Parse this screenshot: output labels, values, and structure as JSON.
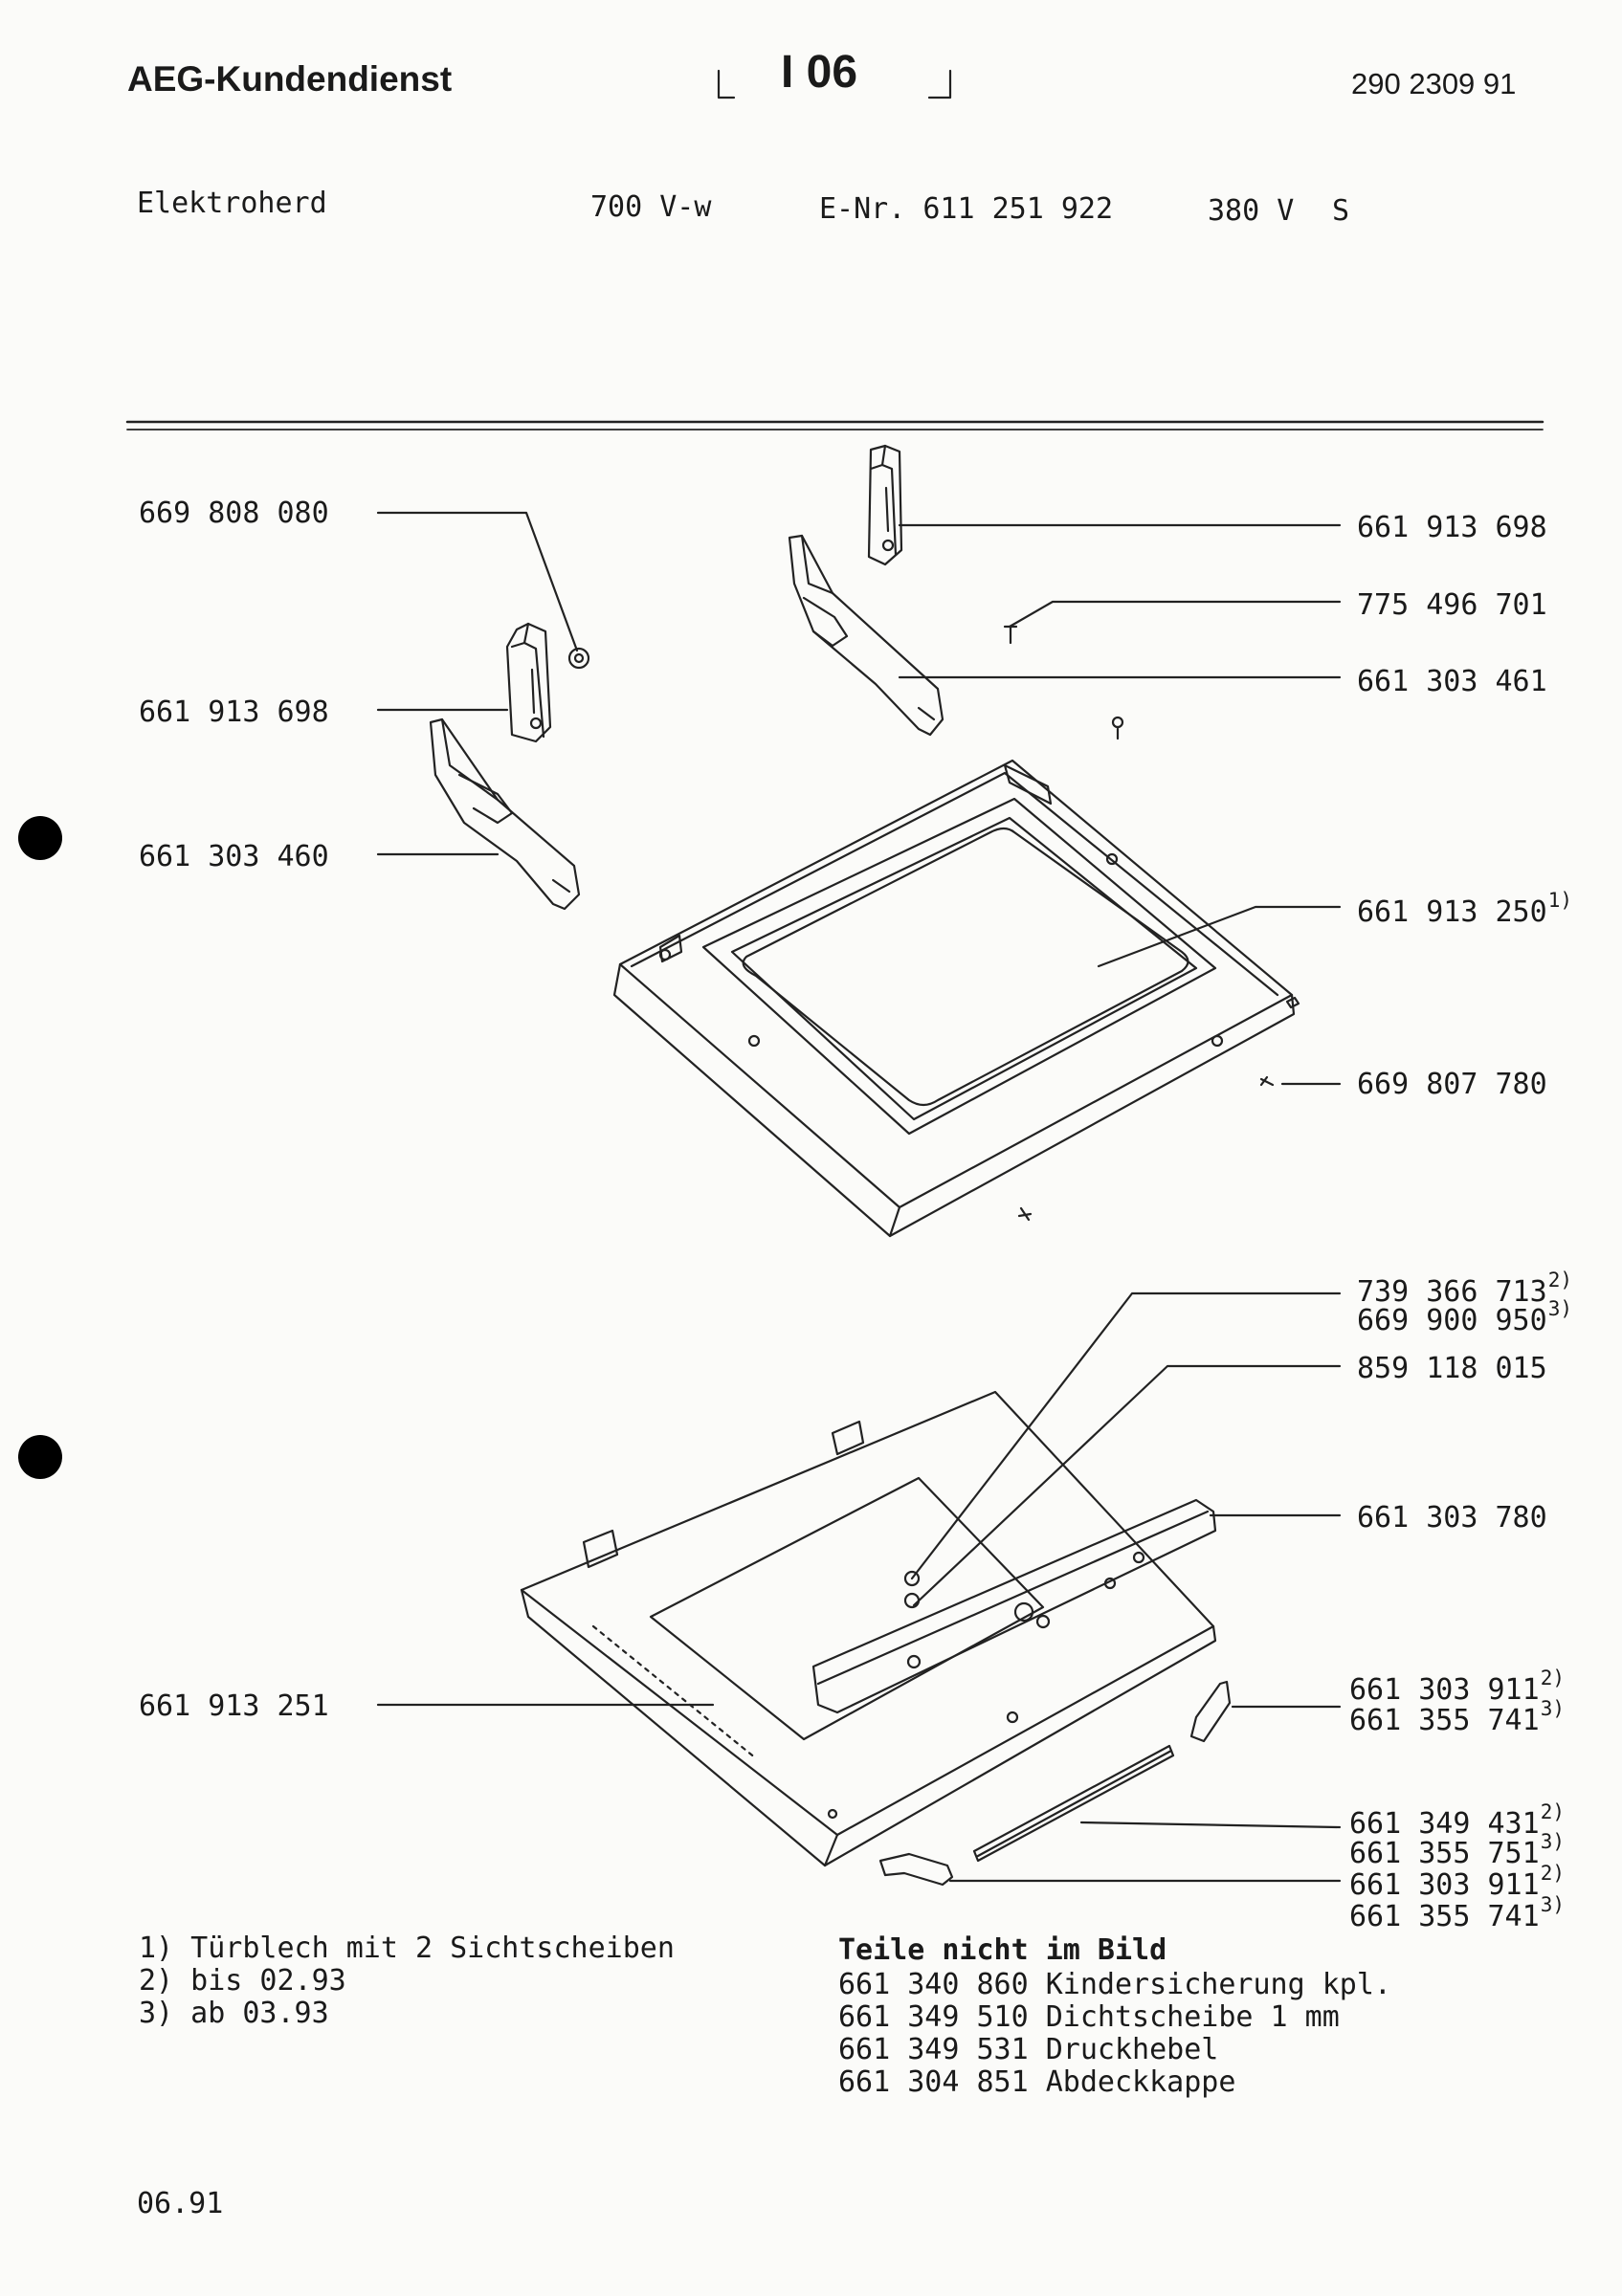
{
  "header": {
    "brand": "AEG-Kundendienst",
    "section": "I 06",
    "doc_number": "290 2309 91"
  },
  "model": {
    "product": "Elektroherd",
    "model_name": "700 V-w",
    "e_nr": "E-Nr. 611 251 922",
    "voltage": "380 V",
    "variant": "S"
  },
  "parts": [
    {
      "number": "669 808 080",
      "sup": ""
    },
    {
      "number": "661 913 698",
      "sup": ""
    },
    {
      "number": "661 303 460",
      "sup": ""
    },
    {
      "number": "661 913 698",
      "sup": ""
    },
    {
      "number": "775 496 701",
      "sup": ""
    },
    {
      "number": "661 303 461",
      "sup": ""
    },
    {
      "number": "661 913 250",
      "sup": "1)"
    },
    {
      "number": "669 807 780",
      "sup": ""
    },
    {
      "number": "739 366 713",
      "sup": "2)"
    },
    {
      "number": "669 900 950",
      "sup": "3)"
    },
    {
      "number": "859 118 015",
      "sup": ""
    },
    {
      "number": "661 303 780",
      "sup": ""
    },
    {
      "number": "661 913 251",
      "sup": ""
    },
    {
      "number": "661 303 911",
      "sup": "2)"
    },
    {
      "number": "661 355 741",
      "sup": "3)"
    },
    {
      "number": "661 349 431",
      "sup": "2)"
    },
    {
      "number": "661 355 751",
      "sup": "3)"
    },
    {
      "number": "661 303 911",
      "sup": "2)"
    },
    {
      "number": "661 355 741",
      "sup": "3)"
    }
  ],
  "footnotes": [
    "1) Türblech mit 2 Sichtscheiben",
    "2) bis 02.93",
    "3) ab  03.93"
  ],
  "not_shown": {
    "title": "Teile nicht im Bild",
    "items": [
      {
        "number": "661 340 860",
        "desc": "Kindersicherung kpl."
      },
      {
        "number": "661 349 510",
        "desc": "Dichtscheibe 1 mm"
      },
      {
        "number": "661 349 531",
        "desc": "Druckhebel"
      },
      {
        "number": "661 304 851",
        "desc": "Abdeckkappe"
      }
    ]
  },
  "date": "06.91"
}
